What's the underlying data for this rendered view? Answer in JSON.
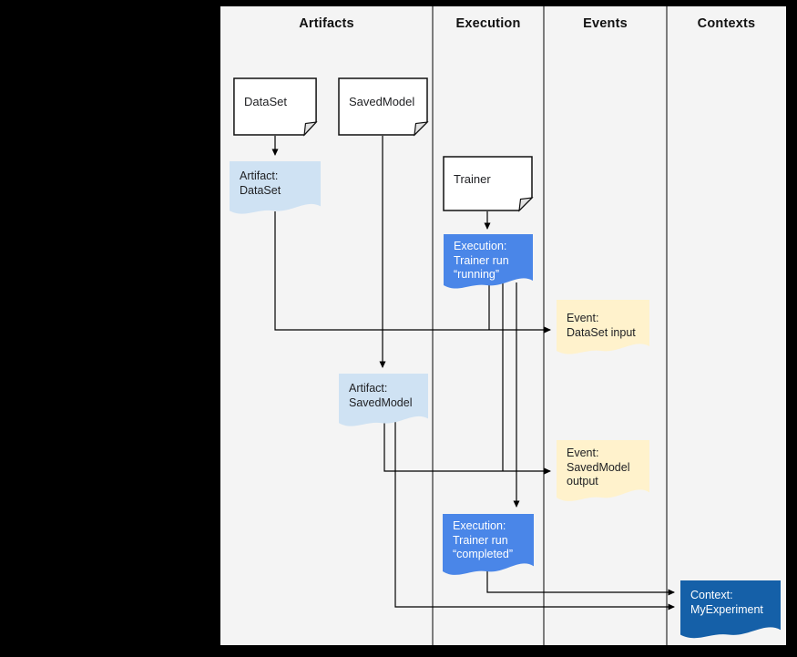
{
  "columns": [
    {
      "label": "Artifacts"
    },
    {
      "label": "Execution"
    },
    {
      "label": "Events"
    },
    {
      "label": "Contexts"
    }
  ],
  "nodes": {
    "dataset": {
      "type": "card",
      "lines": [
        "DataSet"
      ]
    },
    "savedmodel": {
      "type": "card",
      "lines": [
        "SavedModel"
      ]
    },
    "trainer": {
      "type": "card",
      "lines": [
        "Trainer"
      ]
    },
    "artifact_dataset": {
      "type": "artifact",
      "lines": [
        "Artifact:",
        "DataSet"
      ]
    },
    "execution_running": {
      "type": "execution",
      "lines": [
        "Execution:",
        "Trainer run",
        "“running”"
      ]
    },
    "event_dataset_input": {
      "type": "event",
      "lines": [
        "Event:",
        "DataSet input"
      ]
    },
    "artifact_savedmodel": {
      "type": "artifact",
      "lines": [
        "Artifact:",
        "SavedModel"
      ]
    },
    "event_savedmodel_output": {
      "type": "event",
      "lines": [
        "Event:",
        "SavedModel",
        "output"
      ]
    },
    "execution_completed": {
      "type": "execution",
      "lines": [
        "Execution:",
        "Trainer run",
        "“completed”"
      ]
    },
    "context_myexperiment": {
      "type": "context",
      "lines": [
        "Context:",
        "MyExperiment"
      ]
    }
  },
  "edges": [
    {
      "from": "dataset",
      "to": "artifact_dataset"
    },
    {
      "from": "savedmodel",
      "to": "artifact_savedmodel"
    },
    {
      "from": "trainer",
      "to": "execution_running"
    },
    {
      "from": "artifact_dataset",
      "to": "event_dataset_input"
    },
    {
      "from": "execution_running",
      "to": "event_dataset_input"
    },
    {
      "from": "execution_running",
      "to": "event_savedmodel_output"
    },
    {
      "from": "execution_running",
      "to": "execution_completed"
    },
    {
      "from": "artifact_savedmodel",
      "to": "event_savedmodel_output"
    },
    {
      "from": "artifact_savedmodel",
      "to": "context_myexperiment"
    },
    {
      "from": "execution_completed",
      "to": "context_myexperiment"
    }
  ],
  "colors": {
    "canvas_bg": "#000000",
    "panel_bg": "#f4f4f4",
    "card": "#ffffff",
    "artifact": "#cfe2f3",
    "execution": "#4a86e8",
    "event": "#fff2cc",
    "context": "#1560a8",
    "line": "#000000"
  }
}
